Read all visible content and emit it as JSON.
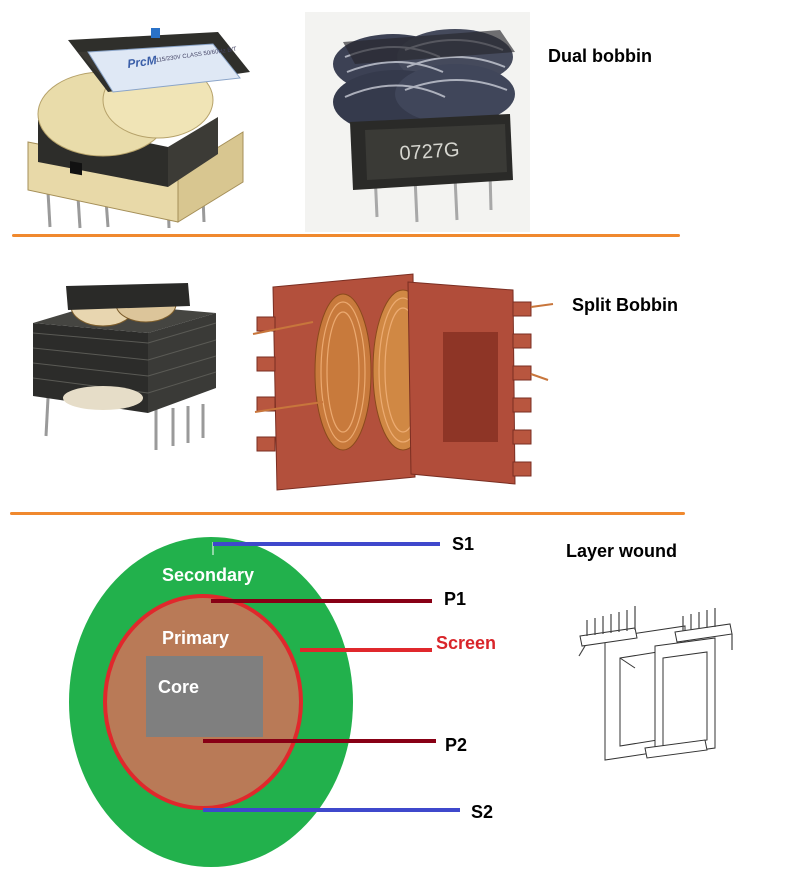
{
  "sections": {
    "dual": {
      "title": "Dual bobbin",
      "part_marking": "0727G",
      "label_marking": "115/230V CLASS 50/60Hz B/T"
    },
    "split": {
      "title": "Split Bobbin"
    },
    "layer": {
      "title": "Layer wound"
    }
  },
  "diagram": {
    "labels": {
      "secondary": "Secondary",
      "primary": "Primary",
      "core": "Core",
      "s1": "S1",
      "p1": "P1",
      "screen": "Screen",
      "p2": "P2",
      "s2": "S2"
    }
  },
  "colors": {
    "divider": "#F0892E",
    "secondary_fill": "#22B14C",
    "primary_fill": "#B97A57",
    "core_fill": "#7F7F7F",
    "screen_line": "#E0282C",
    "secondary_leads": "#3F48CC",
    "primary_leads": "#880015",
    "screen_label": "#D9252A"
  },
  "icons": [
    "transformer-photo-dual-bobbin",
    "transformer-photo-dual-bobbin-2",
    "transformer-photo-split-bobbin",
    "bobbin-photo-split",
    "bobbin-sketch-layer-wound"
  ]
}
